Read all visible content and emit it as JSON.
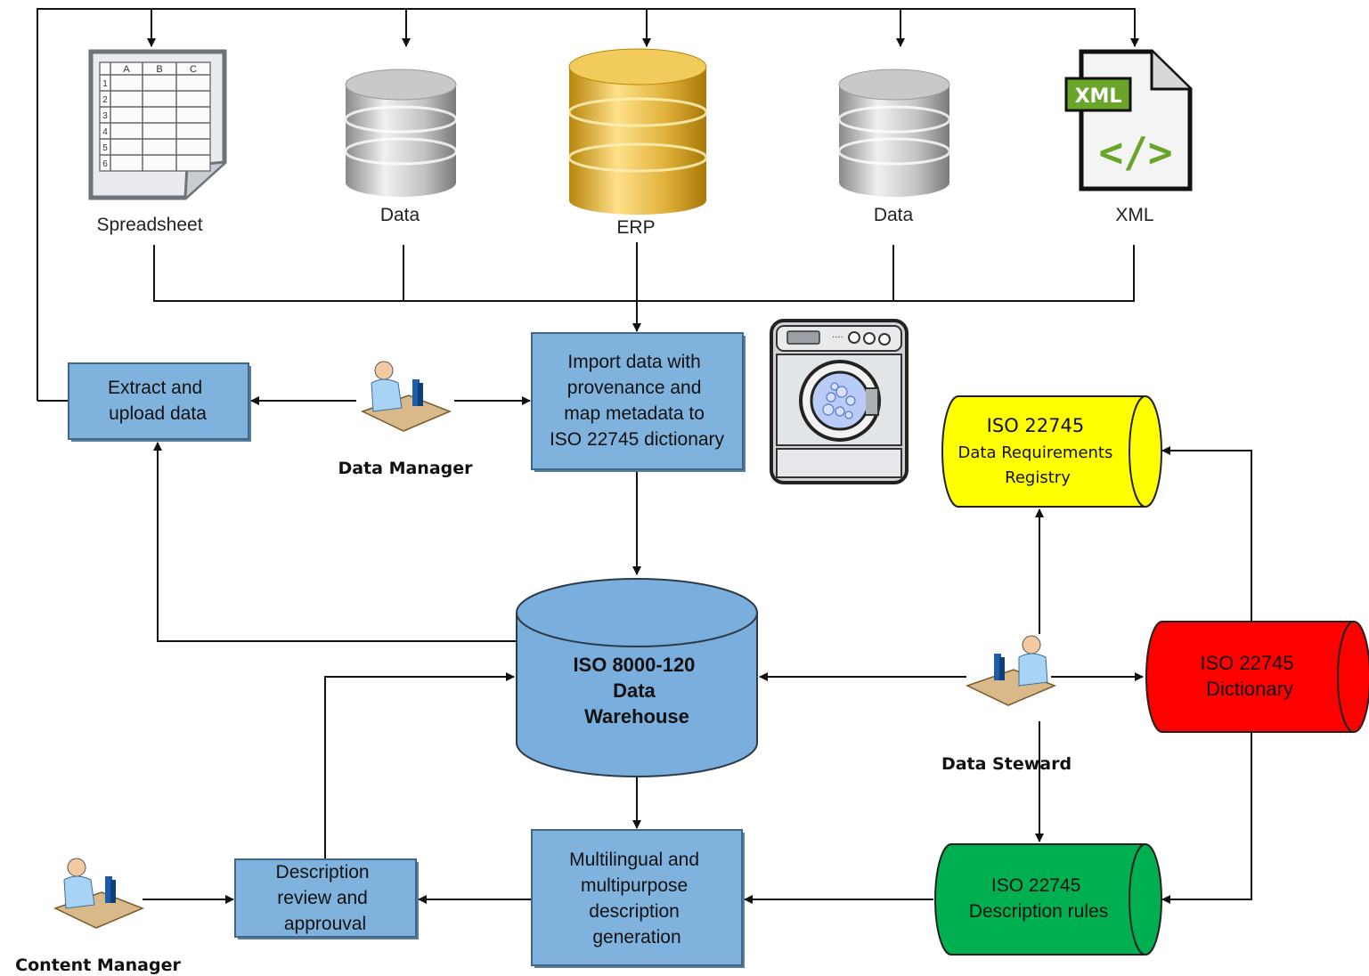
{
  "sources": {
    "spreadsheet": "Spreadsheet",
    "data1": "Data",
    "erp": "ERP",
    "data2": "Data",
    "xml": "XML",
    "xml_badge": "XML",
    "xml_code": "</>",
    "sheet_cols": [
      "A",
      "B",
      "C"
    ],
    "sheet_rows": [
      "1",
      "2",
      "3",
      "4",
      "5",
      "6"
    ]
  },
  "processes": {
    "extract": [
      "Extract and",
      "upload data"
    ],
    "import": [
      "Import data with",
      "provenance and",
      "map metadata to",
      "ISO 22745 dictionary"
    ],
    "review": [
      "Description",
      "review and",
      "approuval"
    ],
    "generation": [
      "Multilingual and",
      "multipurpose",
      "description",
      "generation"
    ]
  },
  "warehouse": [
    "ISO 8000-120",
    "Data",
    "Warehouse"
  ],
  "stores": {
    "registry": [
      "ISO 22745",
      "Data Requirements",
      "Registry"
    ],
    "dictionary": [
      "ISO 22745",
      "Dictionary"
    ],
    "rules": [
      "ISO 22745",
      "Description rules"
    ]
  },
  "roles": {
    "data_manager": "Data Manager",
    "data_steward": "Data Steward",
    "content_manager": "Content Manager"
  },
  "colors": {
    "process_fill": "#7fb3de",
    "warehouse_fill": "#7aaedc",
    "registry": "#ffff00",
    "dictionary": "#ff0000",
    "rules": "#00b050",
    "erp_gold": "#e0b23a"
  }
}
